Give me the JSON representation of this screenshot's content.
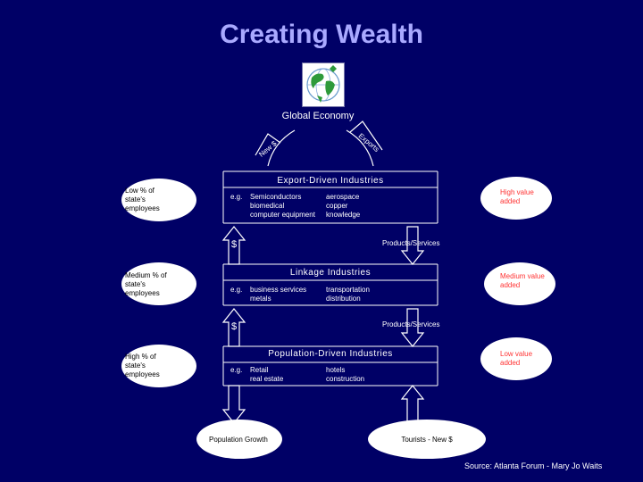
{
  "title": "Creating Wealth",
  "global_economy": "Global Economy",
  "arrow_labels": {
    "new_money": "New $",
    "exports": "Exports"
  },
  "sections": [
    {
      "name": "Export-Driven Industries",
      "eg": "e.g.",
      "col1": [
        "Semiconductors",
        "biomedical",
        "computer equipment"
      ],
      "col2": [
        "aerospace",
        "copper",
        "knowledge"
      ],
      "employees": [
        "Low % of",
        "state's",
        "employees"
      ],
      "value": [
        "High value",
        "added"
      ]
    },
    {
      "name": "Linkage Industries",
      "eg": "e.g.",
      "col1": [
        "business services",
        "metals"
      ],
      "col2": [
        "transportation",
        "distribution"
      ],
      "employees": [
        "Medium % of",
        "state's",
        "employees"
      ],
      "value": [
        "Medium value",
        "added"
      ]
    },
    {
      "name": "Population-Driven Industries",
      "eg": "e.g.",
      "col1": [
        "Retail",
        "real estate"
      ],
      "col2": [
        "hotels",
        "construction"
      ],
      "employees": [
        "High % of",
        "state's",
        "employees"
      ],
      "value": [
        "Low value",
        "added"
      ]
    }
  ],
  "flows": {
    "money_1": "$",
    "products_1": "Products/Services",
    "money_2": "$",
    "products_2": "Products/Services"
  },
  "population_growth": "Population Growth",
  "tourists": "Tourists - New $",
  "source": "Source: Atlanta Forum - Mary Jo Waits",
  "colors": {
    "background": "#000066",
    "title": "#a9a9ff",
    "bubble_fill": "#ffffff",
    "value_text": "#ff3333",
    "lines": "#ffffff"
  }
}
